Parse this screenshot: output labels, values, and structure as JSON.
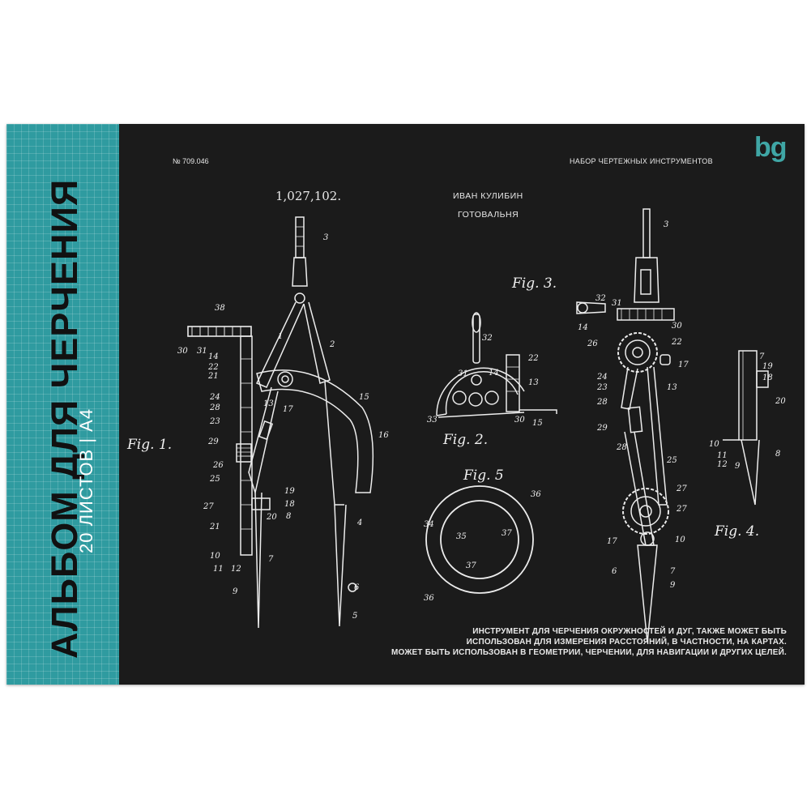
{
  "cover": {
    "spine_title": "АЛЬБОМ ДЛЯ ЧЕРЧЕНИЯ",
    "spine_subtitle": "20 ЛИСТОВ | А4",
    "catalog_number": "№ 709.046",
    "brand": "bg",
    "series": "НАБОР ЧЕРТЕЖНЫХ ИНСТРУМЕНТОВ",
    "patent_number": "1,027,102.",
    "author": "ИВАН КУЛИБИН",
    "product": "ГОТОВАЛЬНЯ",
    "description": [
      "ИНСТРУМЕНТ ДЛЯ ЧЕРЧЕНИЯ ОКРУЖНОСТЕЙ И ДУГ, ТАКЖЕ МОЖЕТ БЫТЬ",
      "ИСПОЛЬЗОВАН ДЛЯ ИЗМЕРЕНИЯ РАССТОЯНИЙ, В ЧАСТНОСТИ, НА КАРТАХ.",
      "МОЖЕТ БЫТЬ ИСПОЛЬЗОВАН В ГЕОМЕТРИИ, ЧЕРЧЕНИИ, ДЛЯ НАВИГАЦИИ И ДРУГИХ ЦЕЛЕЙ."
    ],
    "spine_color": "#2f9ba0",
    "background_color": "#1b1b1b",
    "logo_color": "#3fa6a5"
  },
  "figures": {
    "fig1": "Fig. 1.",
    "fig2": "Fig. 2.",
    "fig3": "Fig. 3.",
    "fig4": "Fig. 4.",
    "fig5": "Fig. 5"
  }
}
